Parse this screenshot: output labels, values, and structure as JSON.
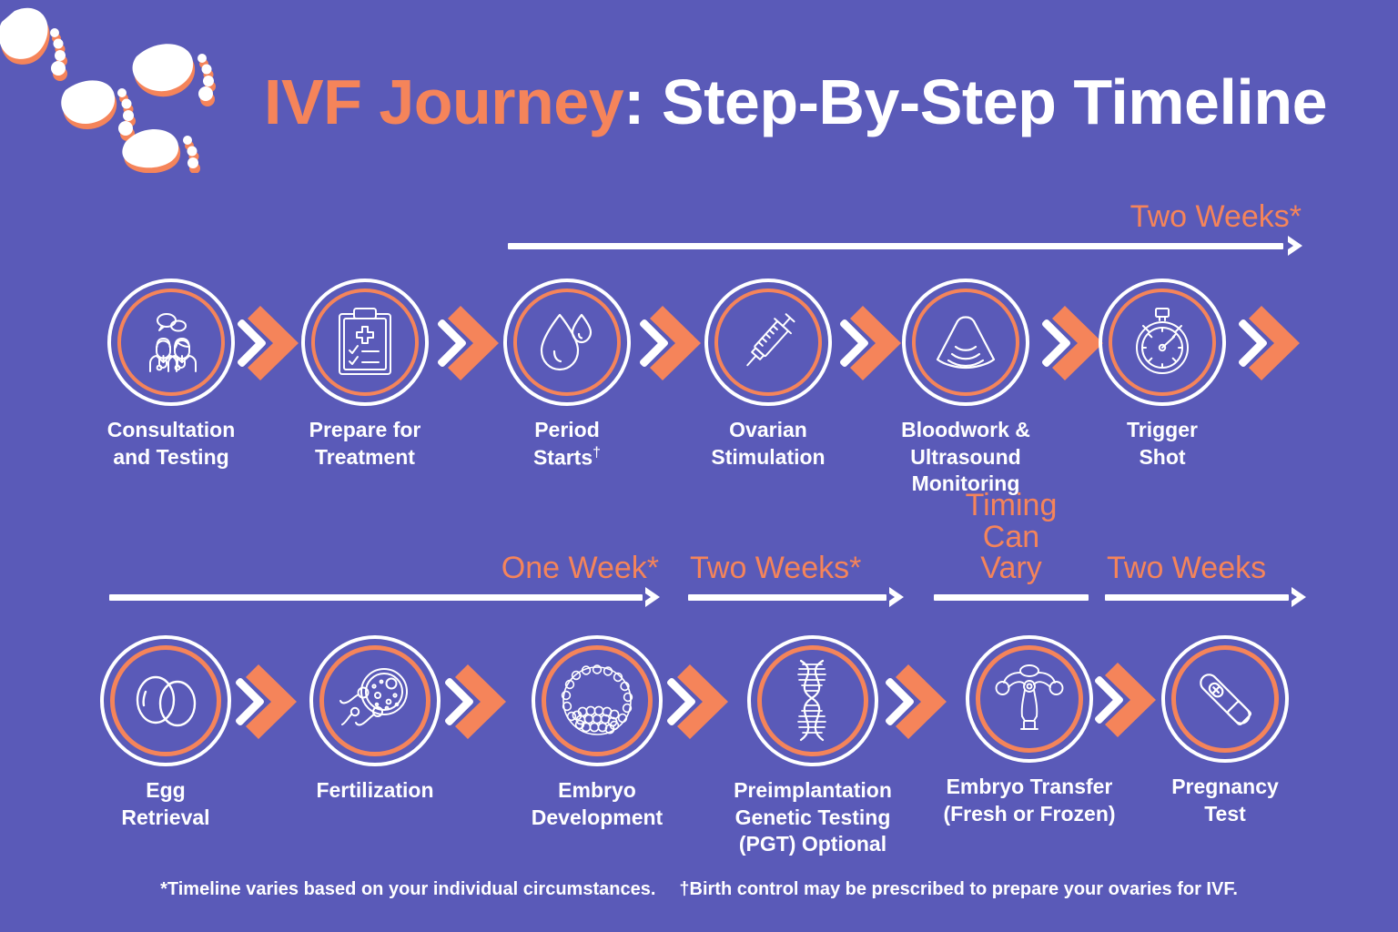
{
  "meta": {
    "background_color": "#5a5ab8",
    "accent_color": "#f5845a",
    "text_color": "#ffffff"
  },
  "header": {
    "title_accent": "IVF Journey",
    "title_rest": ": Step-By-Step Timeline",
    "decoration": "baby-footprints"
  },
  "timelines": [
    {
      "id": "row1-two-weeks",
      "label": "Two Weeks*",
      "align": "right",
      "arrowhead": true
    },
    {
      "id": "row2-one-week",
      "label": "One Week*",
      "align": "right",
      "arrowhead": true
    },
    {
      "id": "row2-two-weeks-a",
      "label": "Two Weeks*",
      "align": "left",
      "arrowhead": true
    },
    {
      "id": "row2-timing",
      "label": "Timing\nCan Vary",
      "align": "center",
      "arrowhead": false
    },
    {
      "id": "row2-two-weeks-b",
      "label": "Two Weeks",
      "align": "left",
      "arrowhead": true
    }
  ],
  "row1": {
    "steps": [
      {
        "icon": "doctors-consultation-icon",
        "label": "Consultation\nand Testing"
      },
      {
        "icon": "clipboard-checklist-icon",
        "label": "Prepare for\nTreatment"
      },
      {
        "icon": "blood-drop-icon",
        "label": "Period\nStarts",
        "dagger": "†"
      },
      {
        "icon": "syringe-icon",
        "label": "Ovarian\nStimulation"
      },
      {
        "icon": "ultrasound-icon",
        "label": "Bloodwork &\nUltrasound Monitoring"
      },
      {
        "icon": "stopwatch-icon",
        "label": "Trigger\nShot"
      }
    ]
  },
  "row2": {
    "steps": [
      {
        "icon": "eggs-icon",
        "label": "Egg\nRetrieval"
      },
      {
        "icon": "fertilization-sperm-egg-icon",
        "label": "Fertilization"
      },
      {
        "icon": "blastocyst-embryo-icon",
        "label": "Embryo\nDevelopment"
      },
      {
        "icon": "dna-helix-icon",
        "label": "Preimplantation\nGenetic Testing\n(PGT) Optional"
      },
      {
        "icon": "uterus-icon",
        "label": "Embryo Transfer\n(Fresh or Frozen)"
      },
      {
        "icon": "pregnancy-test-icon",
        "label": "Pregnancy\nTest"
      }
    ]
  },
  "footnote": {
    "part1": "*Timeline varies based on your individual circumstances.",
    "part2": "†Birth control may be prescribed to prepare your ovaries for IVF."
  }
}
